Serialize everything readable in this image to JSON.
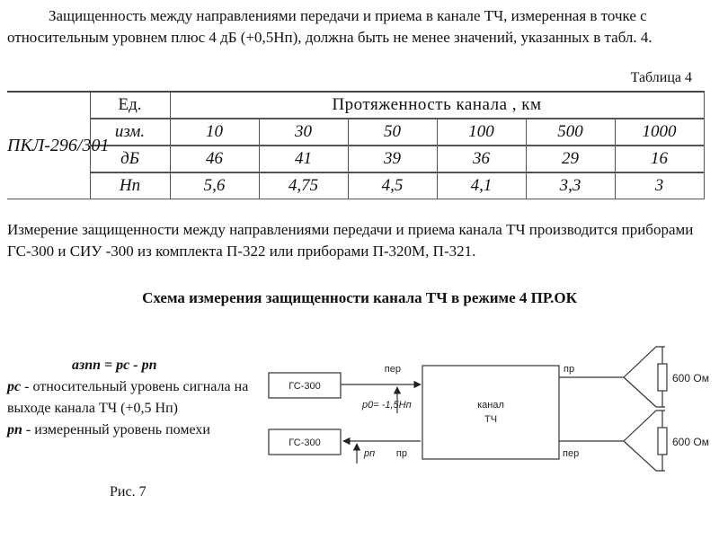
{
  "intro": "Защищенность между направлениями передачи и приема в канале ТЧ, измеренная в точке с относительным уровнем плюс 4 дБ (+0,5Нп), должна быть не менее значений, указанных в табл. 4.",
  "table_caption": "Таблица 4",
  "table": {
    "model": "ПКЛ-296/301",
    "unit_header_line1": "Ед.",
    "unit_header_line2": "изм.",
    "length_header": "Протяженность канала , км",
    "lengths": [
      "10",
      "30",
      "50",
      "100",
      "500",
      "1000"
    ],
    "rows": [
      {
        "unit": "дБ",
        "values": [
          "46",
          "41",
          "39",
          "36",
          "29",
          "16"
        ]
      },
      {
        "unit": "Нп",
        "values": [
          "5,6",
          "4,75",
          "4,5",
          "4,1",
          "3,3",
          "3"
        ]
      }
    ]
  },
  "measurement_text": "Измерение защищенности между направлениями передачи и приема канала ТЧ производится приборами ГС-300 и СИУ -300 из комплекта П-322 или приборами П-320М, П-321.",
  "schema_title": "Схема измерения защищенности канала ТЧ в режиме 4 ПР.ОК",
  "legend": {
    "formula": "азпп = рс - рп",
    "pc_symbol": "рс",
    "pc_text": " - относительный уровень сигнала на выходе канала ТЧ (+0,5 Нп)",
    "pn_symbol": "рп",
    "pn_text": " - измеренный уровень помехи"
  },
  "figure_caption": "Рис. 7",
  "diagram": {
    "gs_top": "ГС-300",
    "gs_bottom": "ГС-300",
    "channel_line1": "канал",
    "channel_line2": "ТЧ",
    "label_per_top_left": "пер",
    "label_pr_bottom_left": "пр",
    "label_pr_top_right": "пр",
    "label_per_bottom_right": "пер",
    "p0_label": "р0= -1,5Нп",
    "pn_label": "рп",
    "load_top": "600 Ом",
    "load_bottom": "600 Ом"
  }
}
